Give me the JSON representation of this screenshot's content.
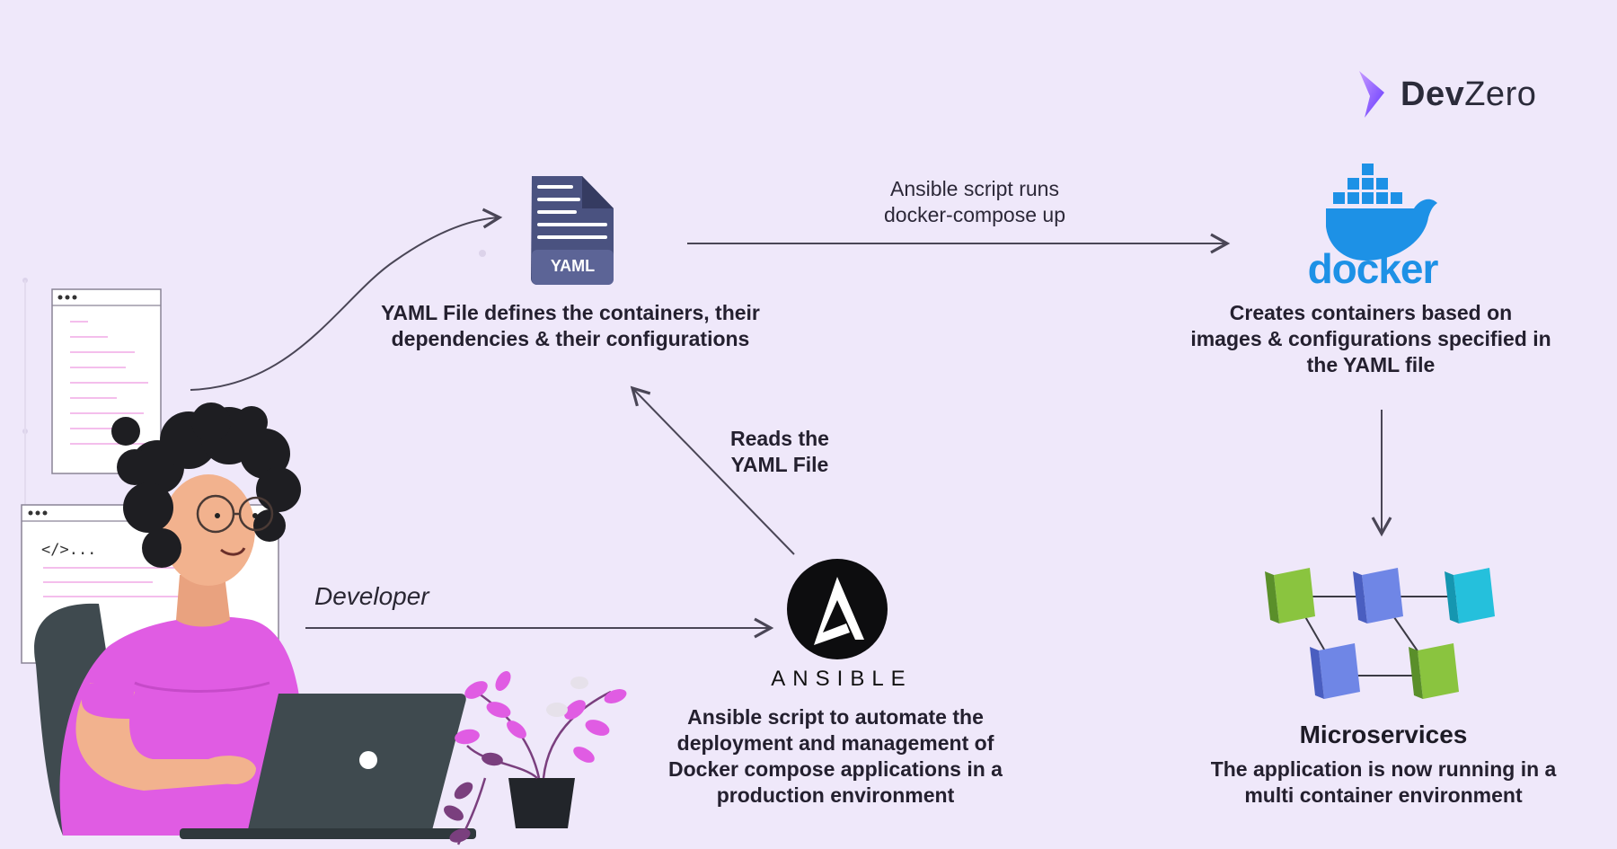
{
  "brand": {
    "name_bold": "Dev",
    "name_regular": "Zero"
  },
  "yaml": {
    "icon_label": "YAML",
    "caption_line1": "YAML File defines the containers, their",
    "caption_line2": "dependencies & their configurations"
  },
  "arrow_ansible_to_docker": {
    "line1": "Ansible script runs",
    "line2": "docker-compose up"
  },
  "docker": {
    "wordmark": "docker",
    "caption_line1": "Creates containers based on",
    "caption_line2": "images & configurations specified in",
    "caption_line3": "the YAML file"
  },
  "arrow_reads": {
    "line1": "Reads the",
    "line2": "YAML File"
  },
  "developer": {
    "label": "Developer",
    "code_tag": "</>..."
  },
  "ansible": {
    "wordmark": "ANSIBLE",
    "caption_line1": "Ansible script to automate the",
    "caption_line2": "deployment and management of",
    "caption_line3": "Docker compose applications in a",
    "caption_line4": "production environment"
  },
  "microservices": {
    "title": "Microservices",
    "caption_line1": "The application is now running in a",
    "caption_line2": "multi container environment"
  },
  "colors": {
    "background": "#efe8fa",
    "yaml_doc": "#4a5280",
    "docker_blue": "#1d91e6",
    "shirt_pink": "#e05ce3",
    "cube_green": "#8ac43f",
    "cube_blue": "#6f86e6",
    "cube_cyan": "#25c0dc",
    "arrow": "#4a4656"
  }
}
